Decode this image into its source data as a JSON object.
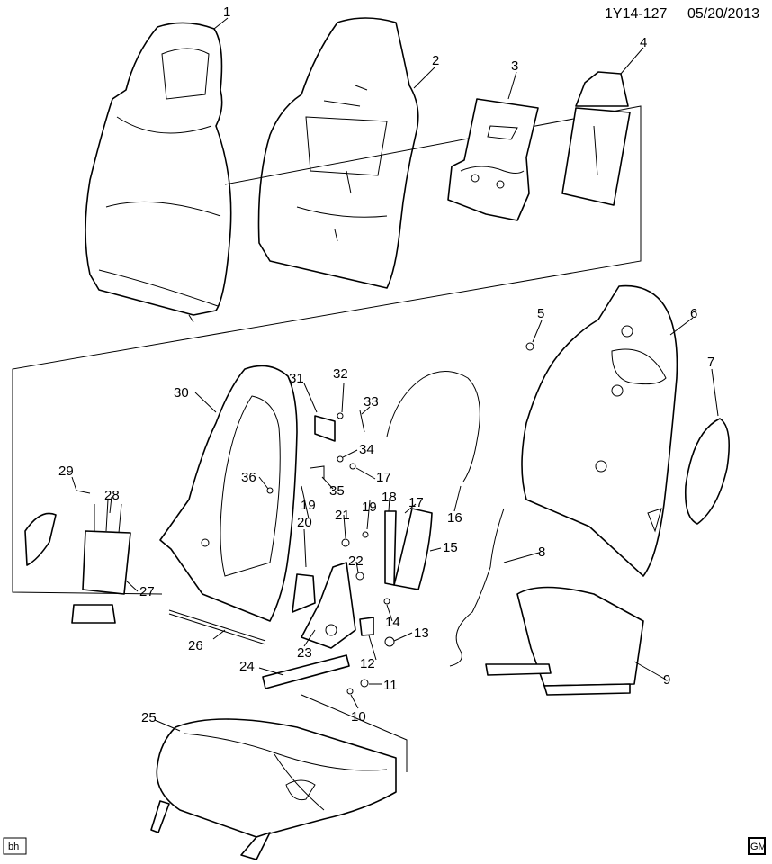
{
  "header": {
    "code": "1Y14-127",
    "date": "05/20/2013"
  },
  "footer": {
    "initials": "bh",
    "logo_text": "GM"
  },
  "callouts": [
    "1",
    "2",
    "3",
    "4",
    "5",
    "6",
    "7",
    "8",
    "9",
    "10",
    "11",
    "12",
    "13",
    "14",
    "15",
    "16",
    "17",
    "17",
    "18",
    "19",
    "19",
    "20",
    "21",
    "22",
    "23",
    "24",
    "25",
    "26",
    "27",
    "28",
    "29",
    "30",
    "31",
    "32",
    "33",
    "34",
    "35",
    "36"
  ]
}
